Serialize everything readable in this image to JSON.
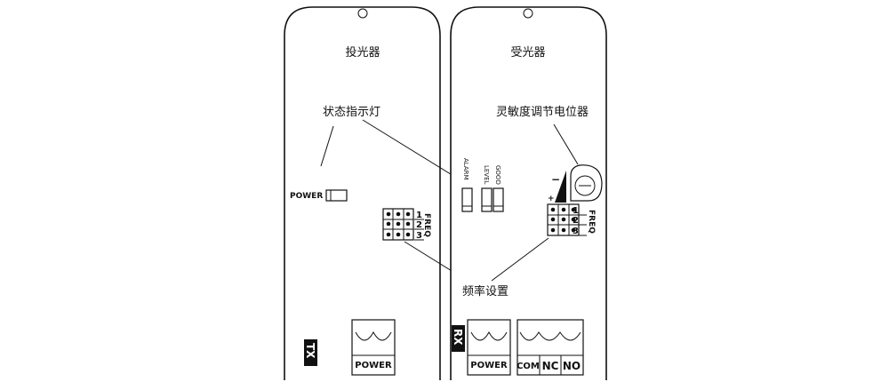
{
  "tx": {
    "title": "投光器",
    "indicator_label": "状态指示灯",
    "power_led_label": "POWER",
    "freq_label": "FREQ",
    "freq_numbers": [
      "1",
      "2",
      "3"
    ],
    "terminal_label": "POWER",
    "unit_badge": "TX"
  },
  "rx": {
    "title": "受光器",
    "pot_label": "灵敏度调节电位器",
    "alarm_label": "ALARM",
    "level_label": "LEVEL",
    "good_label": "GOOD",
    "minus_sign": "−",
    "plus_sign": "+",
    "freq_label": "FREQ",
    "freq_numbers": [
      "1",
      "2",
      "3"
    ],
    "terminal_power_label": "POWER",
    "terminal_com_label": "COM",
    "terminal_nc_label": "NC",
    "terminal_no_label": "NO",
    "unit_badge": "RX"
  },
  "shared": {
    "freq_setting_label": "频率设置"
  }
}
